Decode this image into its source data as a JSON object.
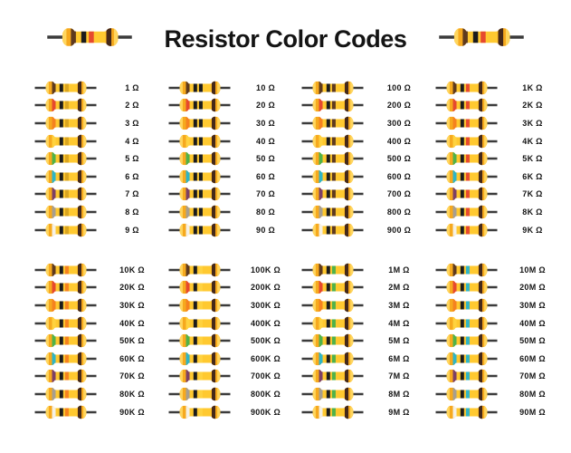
{
  "title": "Resistor Color Codes",
  "header": {
    "left_resistor_bands": [
      "brown",
      "black",
      "red"
    ],
    "right_resistor_bands": [
      "brown",
      "black",
      "red"
    ]
  },
  "palette": {
    "lead": "#3b3b3b",
    "body": "#ffc930",
    "cap": "#f6a91e",
    "capHighlight": "#ffd65e",
    "tolerance": "#45291a",
    "black": "#1c1c1c",
    "brown": "#5e3a1f",
    "red": "#e6492e",
    "orange": "#f5821f",
    "yellow": "#ffd23f",
    "gold": "#d9a420",
    "green": "#4fb24a",
    "blue": "#2fb5c6",
    "violet": "#7c4066",
    "gray": "#a79e8f",
    "white": "#f5f1e6"
  },
  "digit_colors": [
    "brown",
    "red",
    "orange",
    "yellow",
    "green",
    "blue",
    "violet",
    "gray",
    "white"
  ],
  "sections": [
    {
      "name": "ohms-to-kilohms",
      "columns": [
        {
          "multiplier": "gold",
          "labels": [
            "1 Ω",
            "2 Ω",
            "3 Ω",
            "4 Ω",
            "5 Ω",
            "6 Ω",
            "7 Ω",
            "8 Ω",
            "9 Ω"
          ]
        },
        {
          "multiplier": "black",
          "labels": [
            "10 Ω",
            "20 Ω",
            "30 Ω",
            "40 Ω",
            "50 Ω",
            "60 Ω",
            "70 Ω",
            "80 Ω",
            "90 Ω"
          ]
        },
        {
          "multiplier": "brown",
          "labels": [
            "100 Ω",
            "200 Ω",
            "300 Ω",
            "400 Ω",
            "500 Ω",
            "600 Ω",
            "700 Ω",
            "800 Ω",
            "900 Ω"
          ]
        },
        {
          "multiplier": "red",
          "labels": [
            "1K Ω",
            "2K Ω",
            "3K Ω",
            "4K Ω",
            "5K Ω",
            "6K Ω",
            "7K Ω",
            "8K Ω",
            "9K Ω"
          ]
        }
      ]
    },
    {
      "name": "kilohms-to-megohms",
      "columns": [
        {
          "multiplier": "orange",
          "labels": [
            "10K Ω",
            "20K Ω",
            "30K Ω",
            "40K Ω",
            "50K Ω",
            "60K Ω",
            "70K Ω",
            "80K Ω",
            "90K Ω"
          ]
        },
        {
          "multiplier": "yellow",
          "labels": [
            "100K Ω",
            "200K Ω",
            "300K Ω",
            "400K Ω",
            "500K Ω",
            "600K Ω",
            "700K Ω",
            "800K Ω",
            "900K Ω"
          ]
        },
        {
          "multiplier": "green",
          "labels": [
            "1M Ω",
            "2M Ω",
            "3M Ω",
            "4M Ω",
            "5M Ω",
            "6M Ω",
            "7M Ω",
            "8M Ω",
            "9M Ω"
          ]
        },
        {
          "multiplier": "blue",
          "labels": [
            "10M Ω",
            "20M Ω",
            "30M Ω",
            "40M Ω",
            "50M Ω",
            "60M Ω",
            "70M Ω",
            "80M Ω",
            "90M Ω"
          ]
        }
      ]
    }
  ]
}
